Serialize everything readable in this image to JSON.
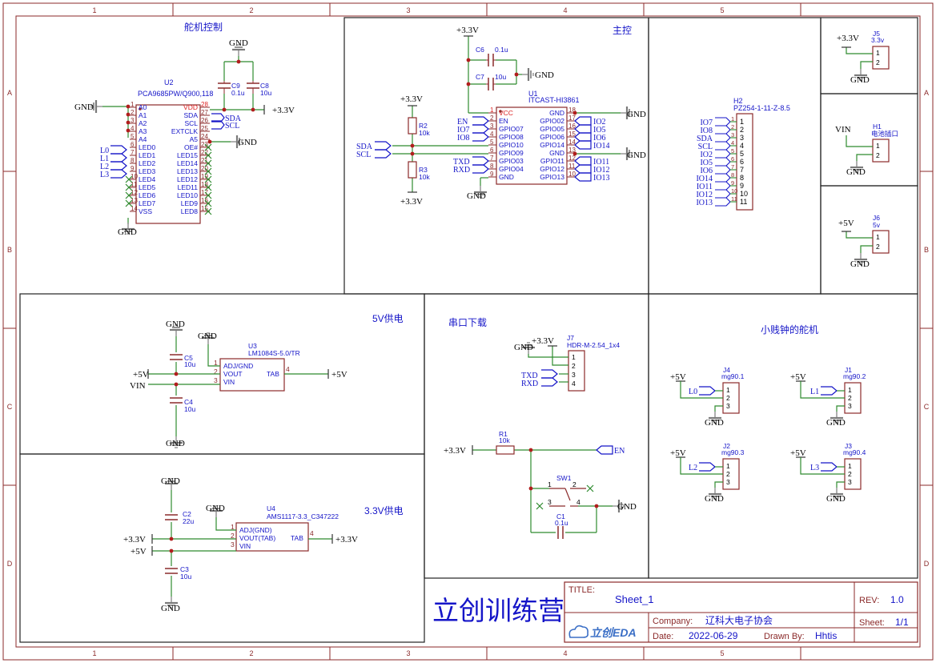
{
  "frame": {
    "cols": [
      "1",
      "2",
      "3",
      "4",
      "5"
    ],
    "rows": [
      "A",
      "B",
      "C",
      "D"
    ]
  },
  "sections": {
    "servo_control": "舵机控制",
    "main_control": "主控",
    "power_5v": "5V供电",
    "serial_download": "串口下载",
    "power_33v": "3.3V供电",
    "alarm_servo": "小贱钟的舵机"
  },
  "nets": {
    "gnd": "GND",
    "v33": "+3.3V",
    "v5": "+5V",
    "vin": "VIN",
    "sda": "SDA",
    "scl": "SCL",
    "txd": "TXD",
    "rxd": "RXD",
    "en": "EN"
  },
  "u2": {
    "ref": "U2",
    "value": "PCA9685PW/Q900,118",
    "left_pins": [
      {
        "num": "1",
        "name": "A0"
      },
      {
        "num": "2",
        "name": "A1"
      },
      {
        "num": "3",
        "name": "A2"
      },
      {
        "num": "4",
        "name": "A3"
      },
      {
        "num": "5",
        "name": "A4"
      },
      {
        "num": "6",
        "name": "LED0"
      },
      {
        "num": "7",
        "name": "LED1"
      },
      {
        "num": "8",
        "name": "LED2"
      },
      {
        "num": "9",
        "name": "LED3"
      },
      {
        "num": "10",
        "name": "LED4"
      },
      {
        "num": "11",
        "name": "LED5"
      },
      {
        "num": "12",
        "name": "LED6"
      },
      {
        "num": "13",
        "name": "LED7"
      },
      {
        "num": "14",
        "name": "VSS"
      }
    ],
    "right_pins": [
      {
        "num": "28",
        "name": "VDD"
      },
      {
        "num": "27",
        "name": "SDA"
      },
      {
        "num": "26",
        "name": "SCL"
      },
      {
        "num": "25",
        "name": "EXTCLK"
      },
      {
        "num": "24",
        "name": "A5"
      },
      {
        "num": "23",
        "name": "OE#"
      },
      {
        "num": "22",
        "name": "LED15"
      },
      {
        "num": "21",
        "name": "LED14"
      },
      {
        "num": "20",
        "name": "LED13"
      },
      {
        "num": "19",
        "name": "LED12"
      },
      {
        "num": "18",
        "name": "LED11"
      },
      {
        "num": "17",
        "name": "LED10"
      },
      {
        "num": "16",
        "name": "LED9"
      },
      {
        "num": "15",
        "name": "LED8"
      }
    ],
    "led_ports": [
      "L0",
      "L1",
      "L2",
      "L3"
    ]
  },
  "u1": {
    "ref": "U1",
    "value": "ITCAST-HI3861",
    "left_pins": [
      {
        "num": "1",
        "name": "VCC"
      },
      {
        "num": "2",
        "name": "EN"
      },
      {
        "num": "3",
        "name": "GPIO07"
      },
      {
        "num": "4",
        "name": "GPIO08"
      },
      {
        "num": "5",
        "name": "GPIO10"
      },
      {
        "num": "6",
        "name": "GPIO09"
      },
      {
        "num": "7",
        "name": "GPIO03"
      },
      {
        "num": "8",
        "name": "GPIO04"
      },
      {
        "num": "9",
        "name": "GND"
      }
    ],
    "right_pins": [
      {
        "num": "18",
        "name": "GND"
      },
      {
        "num": "17",
        "name": "GPIO02"
      },
      {
        "num": "16",
        "name": "GPIO05"
      },
      {
        "num": "15",
        "name": "GPIO06"
      },
      {
        "num": "14",
        "name": "GPIO14"
      },
      {
        "num": "13",
        "name": "GND"
      },
      {
        "num": "12",
        "name": "GPIO11"
      },
      {
        "num": "11",
        "name": "GPIO12"
      },
      {
        "num": "10",
        "name": "GPIO13"
      }
    ],
    "left_ports": [
      "EN",
      "IO7",
      "IO8"
    ],
    "right_ports": [
      "IO2",
      "IO5",
      "IO6",
      "IO14",
      "IO11",
      "IO12",
      "IO13"
    ]
  },
  "c6": {
    "ref": "C6",
    "value": "0.1u"
  },
  "c7": {
    "ref": "C7",
    "value": "10u"
  },
  "c9": {
    "ref": "C9",
    "value": "0.1u"
  },
  "c8": {
    "ref": "C8",
    "value": "10u"
  },
  "r2": {
    "ref": "R2",
    "value": "10k"
  },
  "r3": {
    "ref": "R3",
    "value": "10k"
  },
  "h2": {
    "ref": "H2",
    "value": "PZ254-1-11-Z-8.5",
    "nets": [
      "IO7",
      "IO8",
      "SDA",
      "SCL",
      "IO2",
      "IO5",
      "IO6",
      "IO14",
      "IO11",
      "IO12",
      "IO13"
    ],
    "pins": [
      "1",
      "2",
      "3",
      "4",
      "5",
      "6",
      "7",
      "8",
      "9",
      "10",
      "11"
    ]
  },
  "j5": {
    "ref": "J5",
    "value": "3.3v"
  },
  "h1": {
    "ref": "H1",
    "value": "电池插口"
  },
  "j6": {
    "ref": "J6",
    "value": "5v"
  },
  "u3": {
    "ref": "U3",
    "value": "LM1084S-5.0/TR",
    "pins": [
      {
        "num": "1",
        "name": "ADJ/GND"
      },
      {
        "num": "2",
        "name": "VOUT"
      },
      {
        "num": "3",
        "name": "VIN"
      }
    ],
    "tab": {
      "num": "4",
      "name": "TAB"
    }
  },
  "c5": {
    "ref": "C5",
    "value": "10u"
  },
  "c4": {
    "ref": "C4",
    "value": "10u"
  },
  "u4": {
    "ref": "U4",
    "value": "AMS1117-3.3_C347222",
    "pins": [
      {
        "num": "1",
        "name": "ADJ(GND)"
      },
      {
        "num": "2",
        "name": "VOUT(TAB)"
      },
      {
        "num": "3",
        "name": "VIN"
      }
    ],
    "tab": {
      "num": "4",
      "name": "TAB"
    }
  },
  "c2": {
    "ref": "C2",
    "value": "22u"
  },
  "c3": {
    "ref": "C3",
    "value": "10u"
  },
  "j7": {
    "ref": "J7",
    "value": "HDR-M-2.54_1x4"
  },
  "r1": {
    "ref": "R1",
    "value": "10k"
  },
  "sw1": {
    "ref": "SW1"
  },
  "c1": {
    "ref": "C1",
    "value": "0.1u"
  },
  "j4": {
    "ref": "J4",
    "value": "mg90.1",
    "port": "L0"
  },
  "j1": {
    "ref": "J1",
    "value": "mg90.2",
    "port": "L1"
  },
  "j2": {
    "ref": "J2",
    "value": "mg90.3",
    "port": "L2"
  },
  "j3": {
    "ref": "J3",
    "value": "mg90.4",
    "port": "L3"
  },
  "title_block": {
    "logo_text": "立创训练营",
    "title_label": "TITLE:",
    "title": "Sheet_1",
    "rev_label": "REV:",
    "rev": "1.0",
    "eda_logo": "立创EDA",
    "company_label": "Company:",
    "company": "辽科大电子协会",
    "sheet_label": "Sheet:",
    "sheet": "1/1",
    "date_label": "Date:",
    "date": "2022-06-29",
    "drawn_label": "Drawn By:",
    "drawn": "Hhtis"
  }
}
